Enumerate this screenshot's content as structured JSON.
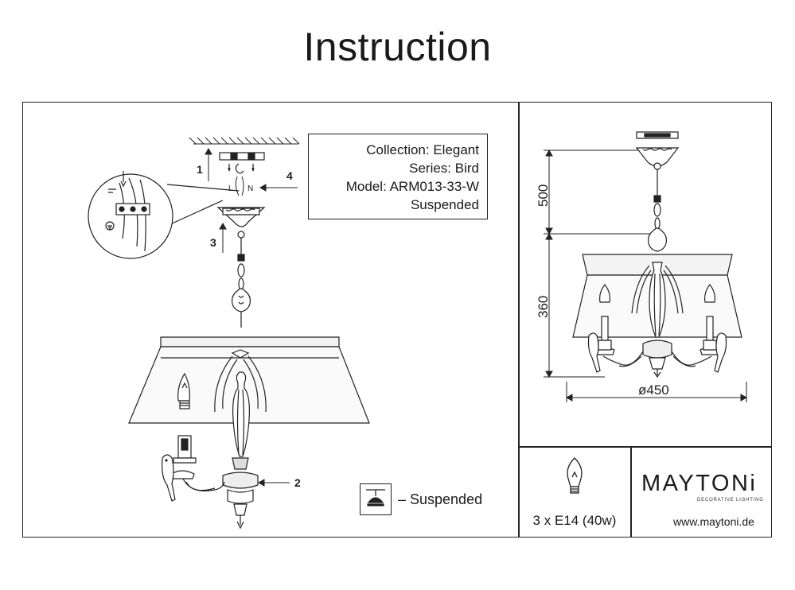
{
  "title": "Instruction",
  "info": {
    "collection": "Collection: Elegant",
    "series": "Series: Bird",
    "model": "Model: ARM013-33-W",
    "type": "Suspended"
  },
  "steps": [
    "1",
    "2",
    "3",
    "4"
  ],
  "wire_labels": {
    "live": "L",
    "neutral": "N"
  },
  "legend": {
    "label": "– Suspended",
    "icon": "suspended-lamp-icon"
  },
  "dimensions": {
    "height_top": "500",
    "height_body": "360",
    "diameter": "ø450"
  },
  "bulb": {
    "icon": "bulb-icon",
    "spec": "3 x E14 (40w)"
  },
  "brand": {
    "name": "MAYTONi",
    "tagline": "DECORATIVE LIGHTING",
    "url": "www.maytoni.de"
  }
}
